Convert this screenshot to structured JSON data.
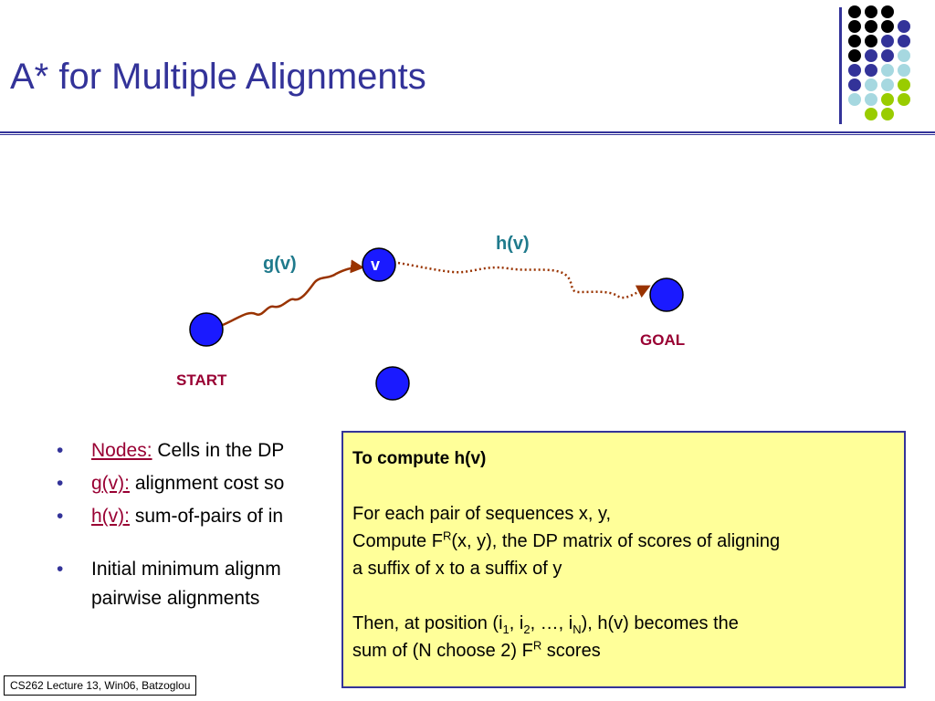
{
  "title": "A* for Multiple Alignments",
  "diagram": {
    "g_label": "g(v)",
    "h_label": "h(v)",
    "node_label": "v",
    "start_label": "START",
    "goal_label": "GOAL"
  },
  "bullets": [
    {
      "term": "Nodes:",
      "text": " Cells in the DP"
    },
    {
      "term": "g(v):",
      "text": " alignment cost so"
    },
    {
      "term": "h(v):",
      "text": " sum-of-pairs of in"
    }
  ],
  "bullet_long": "Initial minimum alignment pairwise alignments",
  "bullet_long_line1": "Initial minimum alignm",
  "bullet_long_line2": "pairwise alignments",
  "callout": {
    "heading": "To compute h(v)",
    "line1": "For each pair of sequences x, y,",
    "line2a": "Compute F",
    "line2_sup": "R",
    "line2b": "(x, y), the DP matrix of scores of aligning",
    "line3": "a suffix of x to a suffix of y",
    "line4a": "Then, at position (i",
    "sub1": "1",
    "sep1": ", i",
    "sub2": "2",
    "sep2": ", …, i",
    "subN": "N",
    "line4b": "), h(v) becomes the",
    "line5a": "sum of (N choose 2) F",
    "line5_sup": "R",
    "line5b": " scores"
  },
  "footer": "CS262 Lecture 13, Win06, Batzoglou",
  "colors": {
    "title": "#333399",
    "node_fill": "#1a1aff",
    "path": "#993300",
    "accent_label": "#1f7a8c",
    "term": "#990033",
    "callout_bg": "#ffff99",
    "dot_black": "#000000",
    "dot_purple": "#333399",
    "dot_lightblue": "#a6d8e0",
    "dot_green": "#99cc00"
  }
}
